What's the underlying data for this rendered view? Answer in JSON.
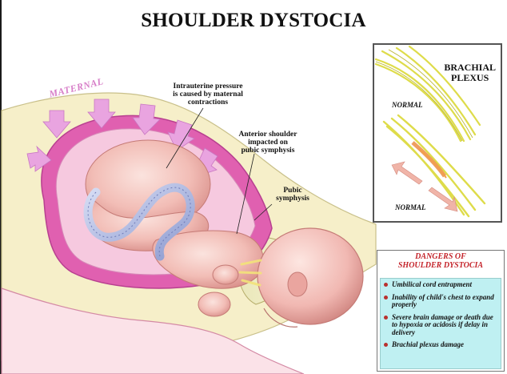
{
  "title": "SHOULDER DYSTOCIA",
  "labels": {
    "maternal": "MATERNAL",
    "intrauterine": [
      "Intrauterine pressure",
      "is caused by maternal",
      "contractions"
    ],
    "anterior_shoulder": [
      "Anterior shoulder",
      "impacted on",
      "pubic symphysis"
    ],
    "pubic_symphysis": [
      "Pubic",
      "symphysis"
    ]
  },
  "brachial_plexus": {
    "title": [
      "BRACHIAL",
      "PLEXUS"
    ],
    "normal_top": "NORMAL",
    "normal_bottom": "NORMAL"
  },
  "dangers": {
    "title": [
      "DANGERS OF",
      "SHOULDER DYSTOCIA"
    ],
    "items": [
      "Umbilical cord entrapment",
      "Inability of child's chest to expand properly",
      "Severe brain damage or death due to hypoxia or acidosis if delay in delivery",
      "Brachial plexus damage"
    ]
  },
  "colors": {
    "uterus": "#e060b0",
    "fetus_skin": "#f3c3bd",
    "cord": "#a8b4e0",
    "dangers_bg": "#bff0f2",
    "dangers_title": "#c4242b",
    "nerve": "#e4e04a"
  }
}
